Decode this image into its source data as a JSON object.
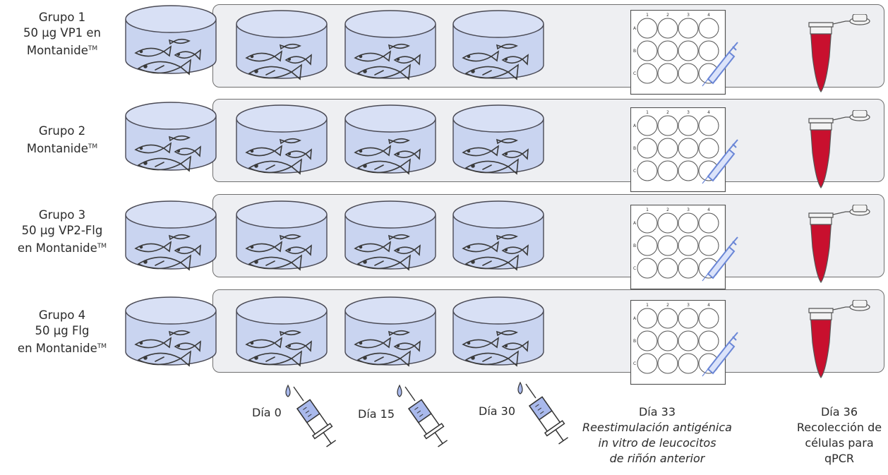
{
  "groups": [
    {
      "line1": "Grupo 1",
      "line2": "50 µg VP1 en",
      "line3": "Montanide",
      "tm": "TM"
    },
    {
      "line1": "Grupo 2",
      "line2": "Montanide",
      "tm": "TM"
    },
    {
      "line1": "Grupo 3",
      "line2": "50 µg VP2-Flg",
      "line3": "en Montanide",
      "tm": "TM"
    },
    {
      "line1": "Grupo 4",
      "line2": "50 µg Flg",
      "line3": "en Montanide",
      "tm": "TM"
    }
  ],
  "plate": {
    "columns": [
      "1",
      "2",
      "3",
      "4"
    ],
    "rows": [
      "A",
      "B",
      "C"
    ]
  },
  "timeline": {
    "d0": "Día 0",
    "d15": "Día 15",
    "d30": "Día 30",
    "d33": "Día 33",
    "d33_l1": "Reestimulación antigénica",
    "d33_l2": "in vitro de leucocitos",
    "d33_l3": "de riñón anterior",
    "d36": "Día 36",
    "d36_l1": "Recolección de",
    "d36_l2": "células para",
    "d36_l3": "qPCR"
  },
  "colors": {
    "tank": "#c9d4f0",
    "tank_stroke": "#4a4a55",
    "box": "#eeeff2",
    "blood": "#c8102e",
    "syringe": "#a9b9ec"
  }
}
